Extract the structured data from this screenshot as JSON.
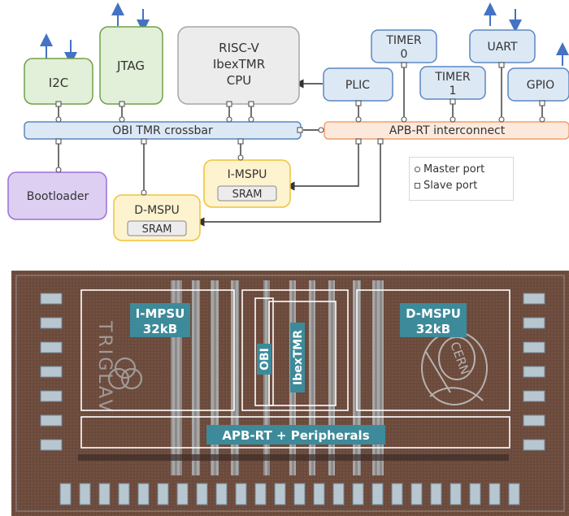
{
  "block_diagram": {
    "blocks": {
      "i2c": "I2C",
      "jtag": "JTAG",
      "cpu": [
        "RISC-V",
        "IbexTMR",
        "CPU"
      ],
      "timer0": [
        "TIMER",
        "0"
      ],
      "uart": "UART",
      "plic": "PLIC",
      "timer1": [
        "TIMER",
        "1"
      ],
      "gpio": "GPIO",
      "obi": "OBI TMR crossbar",
      "apb": "APB-RT interconnect",
      "bootloader": "Bootloader",
      "impsu": "I-MSPU",
      "dmspu": "D-MSPU",
      "sram": "SRAM"
    },
    "legend": {
      "master": "Master port",
      "slave": "Slave port"
    },
    "colors": {
      "green_fill": "#e2efd9",
      "green_border": "#70a048",
      "gray_fill": "#ececec",
      "gray_border": "#a6a6a6",
      "blue_fill": "#dde8f5",
      "blue_border": "#5a87c0",
      "orange_fill": "#fde9dc",
      "orange_border": "#f0a070",
      "purple_fill": "#dccff2",
      "purple_border": "#9a70d8",
      "yellow_fill": "#fdf3cf",
      "yellow_border": "#f2c236",
      "arrow": "#4472c4"
    }
  },
  "die_photo": {
    "regions": {
      "impsu": [
        "I-MPSU",
        "32kB"
      ],
      "dmspu": [
        "D-MSPU",
        "32kB"
      ],
      "obi": "OBI",
      "ibex": "IbexTMR",
      "apb": "APB-RT + Peripherals"
    },
    "logo_triglav": "TRIGLAV",
    "logo_cern": "CERN",
    "colors": {
      "label_bg": "#3d8a9a",
      "die_bg": "#6b4a3e",
      "box_outline": "#ffffff"
    }
  }
}
